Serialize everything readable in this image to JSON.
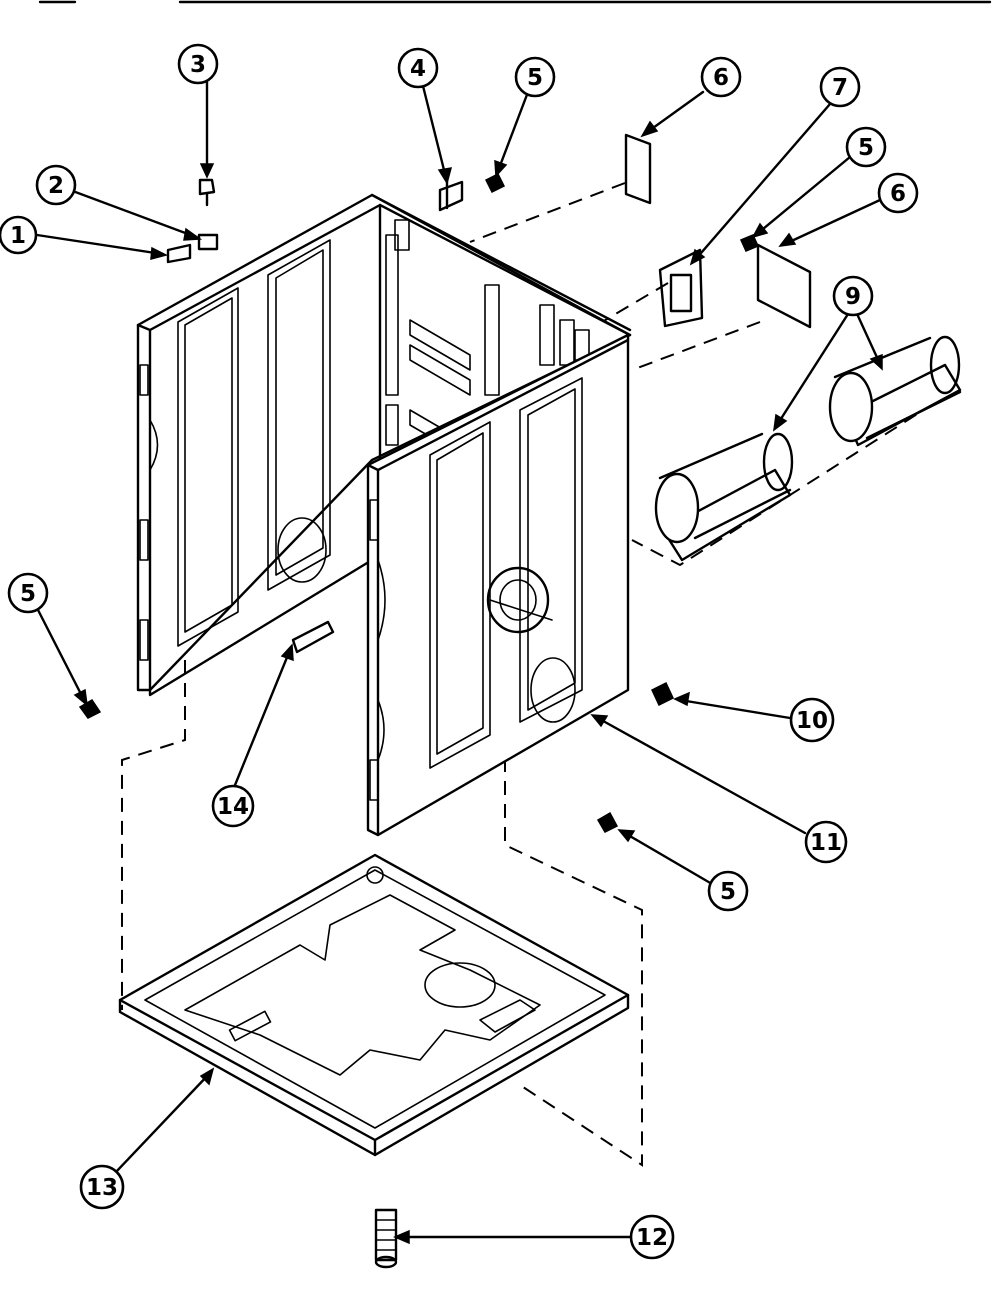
{
  "diagram": {
    "callouts": [
      {
        "id": "c1",
        "label": "1"
      },
      {
        "id": "c2",
        "label": "2"
      },
      {
        "id": "c3",
        "label": "3"
      },
      {
        "id": "c4",
        "label": "4"
      },
      {
        "id": "c5a",
        "label": "5"
      },
      {
        "id": "c6a",
        "label": "6"
      },
      {
        "id": "c7",
        "label": "7"
      },
      {
        "id": "c5b",
        "label": "5"
      },
      {
        "id": "c6b",
        "label": "6"
      },
      {
        "id": "c9",
        "label": "9"
      },
      {
        "id": "c5c",
        "label": "5"
      },
      {
        "id": "c10",
        "label": "10"
      },
      {
        "id": "c14",
        "label": "14"
      },
      {
        "id": "c11",
        "label": "11"
      },
      {
        "id": "c5d",
        "label": "5"
      },
      {
        "id": "c13",
        "label": "13"
      },
      {
        "id": "c12",
        "label": "12"
      }
    ]
  }
}
